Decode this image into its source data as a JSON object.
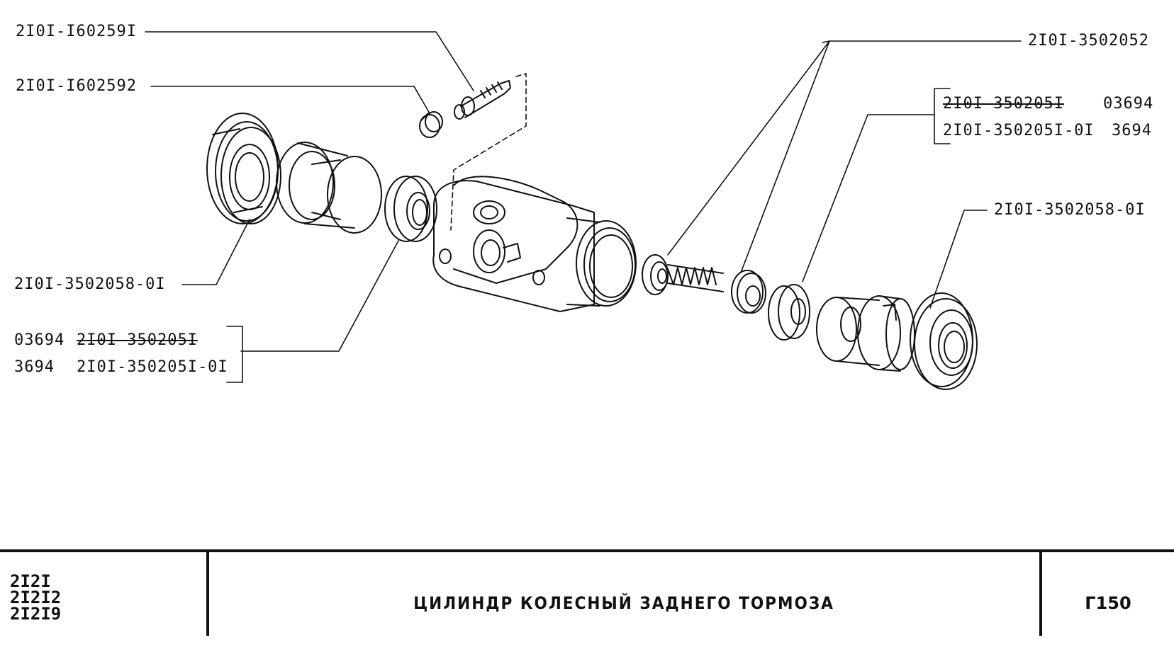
{
  "callouts": {
    "bleeder_screw": "2I0I-I60259I",
    "bleeder_cap": "2I0I-I602592",
    "boot_left": "2I0I-3502058-0I",
    "seal_left_code_old": "03694",
    "seal_left_part_old": "2I0I-350205I",
    "seal_left_code_new": "3694",
    "seal_left_part_new": "2I0I-350205I-0I",
    "spring_assembly": "2I0I-3502052",
    "seal_right_part_old": "2I0I-350205I",
    "seal_right_code_old": "03694",
    "seal_right_part_new": "2I0I-350205I-0I",
    "seal_right_code_new": "3694",
    "boot_right": "2I0I-3502058-0I"
  },
  "title_block": {
    "models": [
      "2I2I",
      "2I2I2",
      "2I2I9"
    ],
    "title": "ЦИЛИНДР КОЛЕСНЫЙ ЗАДНЕГО ТОРМОЗА",
    "page": "Г150"
  }
}
